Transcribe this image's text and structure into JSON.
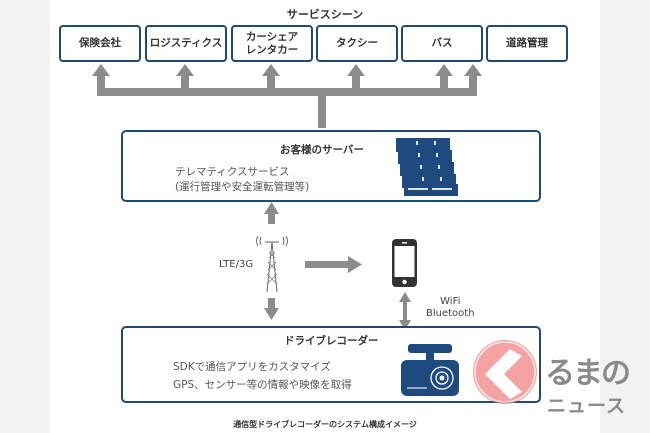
{
  "diagram": {
    "service_scene_title": "サービスシーン",
    "services": [
      {
        "label": "保険会社"
      },
      {
        "label": "ロジスティクス"
      },
      {
        "label": "カーシェア\nレンタカー",
        "line1": "カーシェア",
        "line2": "レンタカー"
      },
      {
        "label": "タクシー"
      },
      {
        "label": "バス"
      },
      {
        "label": "道路管理"
      }
    ],
    "server": {
      "title": "お客様のサーバー",
      "line1": "テレマティクスサービス",
      "line2": "(運行管理や安全運転管理等)",
      "icon": "server-rack-icon"
    },
    "network": {
      "cell_label": "LTE/3G",
      "wireless_label_1": "WiFi",
      "wireless_label_2": "Bluetooth",
      "tower_icon": "cell-tower-icon",
      "phone_icon": "smartphone-icon"
    },
    "recorder": {
      "title": "ドライブレコーダー",
      "line1": "SDKで通信アプリをカスタマイズ",
      "line2": "GPS、センサー等の情報や映像を取得",
      "icon": "dashcam-icon"
    },
    "caption": "通信型ドライブレコーダーのシステム構成イメージ"
  },
  "watermark": {
    "line1": "るまの",
    "line2": "ニュース",
    "accent_color": "#f07070"
  },
  "colors": {
    "box_border": "#1f4a72",
    "icon_blue": "#1f4a80",
    "arrow_gray": "#8c8c8c"
  }
}
